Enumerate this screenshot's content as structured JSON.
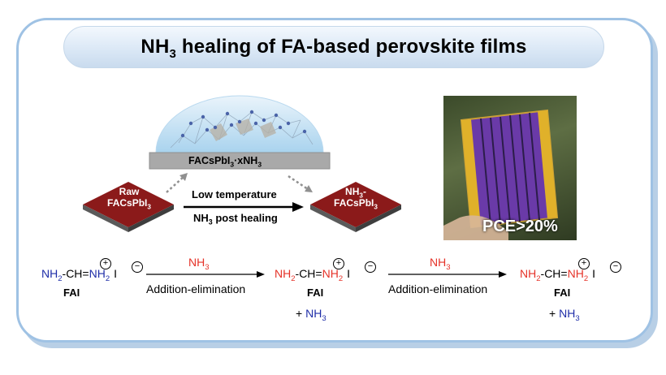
{
  "title": {
    "main": "NH",
    "sub": "3",
    "rest": " healing of FA-based perovskite films"
  },
  "dome": {
    "label_prefix": "FACsPbI",
    "label_sub": "3",
    "label_mid": "·xNH",
    "label_sub2": "3"
  },
  "raw_film": {
    "line1": "Raw",
    "line2_prefix": "FACsPbI",
    "line2_sub": "3"
  },
  "nh3_film": {
    "line1_prefix": "NH",
    "line1_sub": "3",
    "line1_suffix": "-",
    "line2_prefix": "FACsPbI",
    "line2_sub": "3"
  },
  "process": {
    "line1": "Low temperature",
    "line2_prefix": "NH",
    "line2_sub": "3",
    "line2_suffix": " post healing"
  },
  "photo": {
    "caption": "PCE>20%"
  },
  "reactions": {
    "reagent_prefix": "NH",
    "reagent_sub": "3",
    "arrow_label": "Addition-elimination",
    "fai_label": "FAI",
    "byproduct_plus": "+ ",
    "byproduct_prefix": "NH",
    "byproduct_sub": "3"
  },
  "molecule": {
    "nh2_left": "NH",
    "nh2_left_sub": "2",
    "mid": "-CH=",
    "nh2_right": "NH",
    "nh2_right_sub": "2",
    "iodide": "I",
    "cation_sign": "+",
    "anion_sign": "−"
  },
  "colors": {
    "reactant_nh2": "#1f2ea8",
    "product_nh2": "#e53228",
    "reagent": "#e53228",
    "byproduct": "#1f2ea8",
    "frame": "#9fc2e4",
    "film": "#8b1a1a",
    "cell_gold": "#e0b12a",
    "cell_purple": "#6a3aa8"
  }
}
